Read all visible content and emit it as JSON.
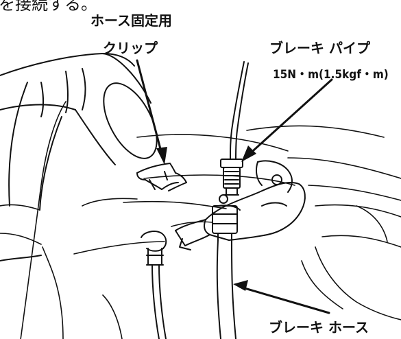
{
  "labels": {
    "top_cut_text": "を接続する。",
    "hose_clip_line1": "ホース固定用",
    "hose_clip_line2": "クリップ",
    "brake_pipe": "ブレーキ パイプ",
    "torque_spec": "15N・m(1.5kgf・m)",
    "brake_hose": "ブレーキ ホース"
  },
  "colors": {
    "line": "#111111",
    "background": "#ffffff"
  }
}
